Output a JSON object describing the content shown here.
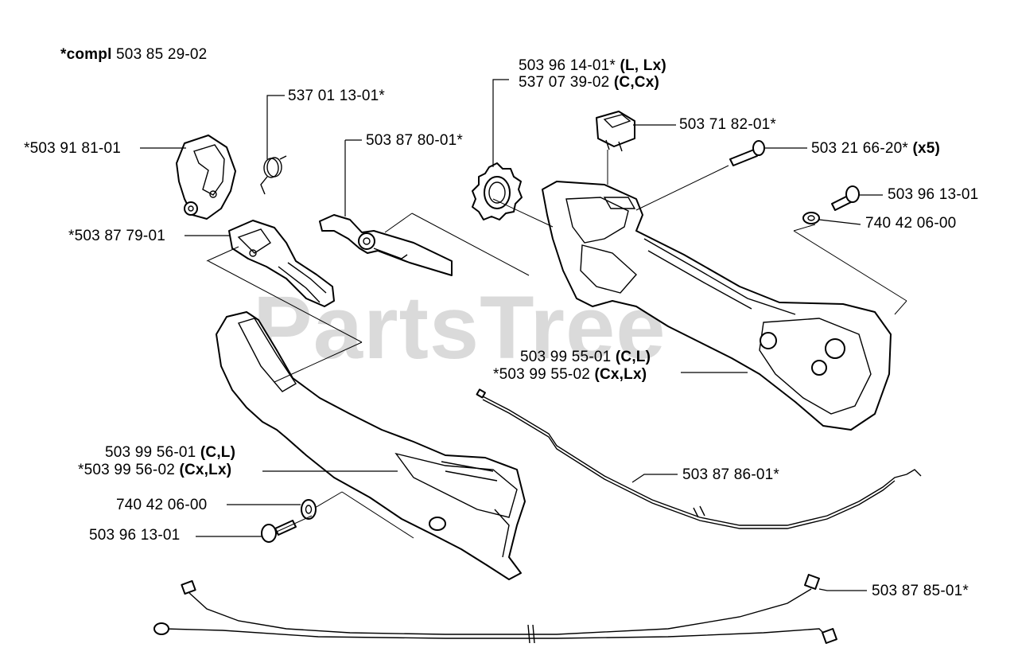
{
  "watermark": "PartsTree",
  "compl": {
    "prefix": "*compl",
    "number": "503 85 29-02"
  },
  "labels": {
    "p_537011301": "537 01 13-01*",
    "p_503918101": "*503 91 81-01",
    "p_503878001": "503 87 80-01*",
    "p_503879701": "*503 87 79-01",
    "p_503961401_num": "503 96 14-01*",
    "p_503961401_var": "(L, Lx)",
    "p_537073902_num": "537 07 39-02",
    "p_537073902_var": "(C,Cx)",
    "p_503718201": "503 71 82-01*",
    "p_503216620_num": "503 21 66-20*",
    "p_503216620_var": "(x5)",
    "p_503961301_top": "503 96 13-01",
    "p_740420600_top": "740 42 06-00",
    "p_503995501_num": "503 99 55-01",
    "p_503995501_var": "(C,L)",
    "p_503995502_num": "*503 99 55-02",
    "p_503995502_var": "(Cx,Lx)",
    "p_503995601_num": "503 99 56-01",
    "p_503995601_var": "(C,L)",
    "p_503995602_num": "*503 99 56-02",
    "p_503995602_var": "(Cx,Lx)",
    "p_740420600_bot": "740 42 06-00",
    "p_503961301_bot": "503 96 13-01",
    "p_503878601": "503 87 86-01*",
    "p_503878501": "503 87 85-01*"
  },
  "icons": [
    "part-drawing-icons"
  ]
}
